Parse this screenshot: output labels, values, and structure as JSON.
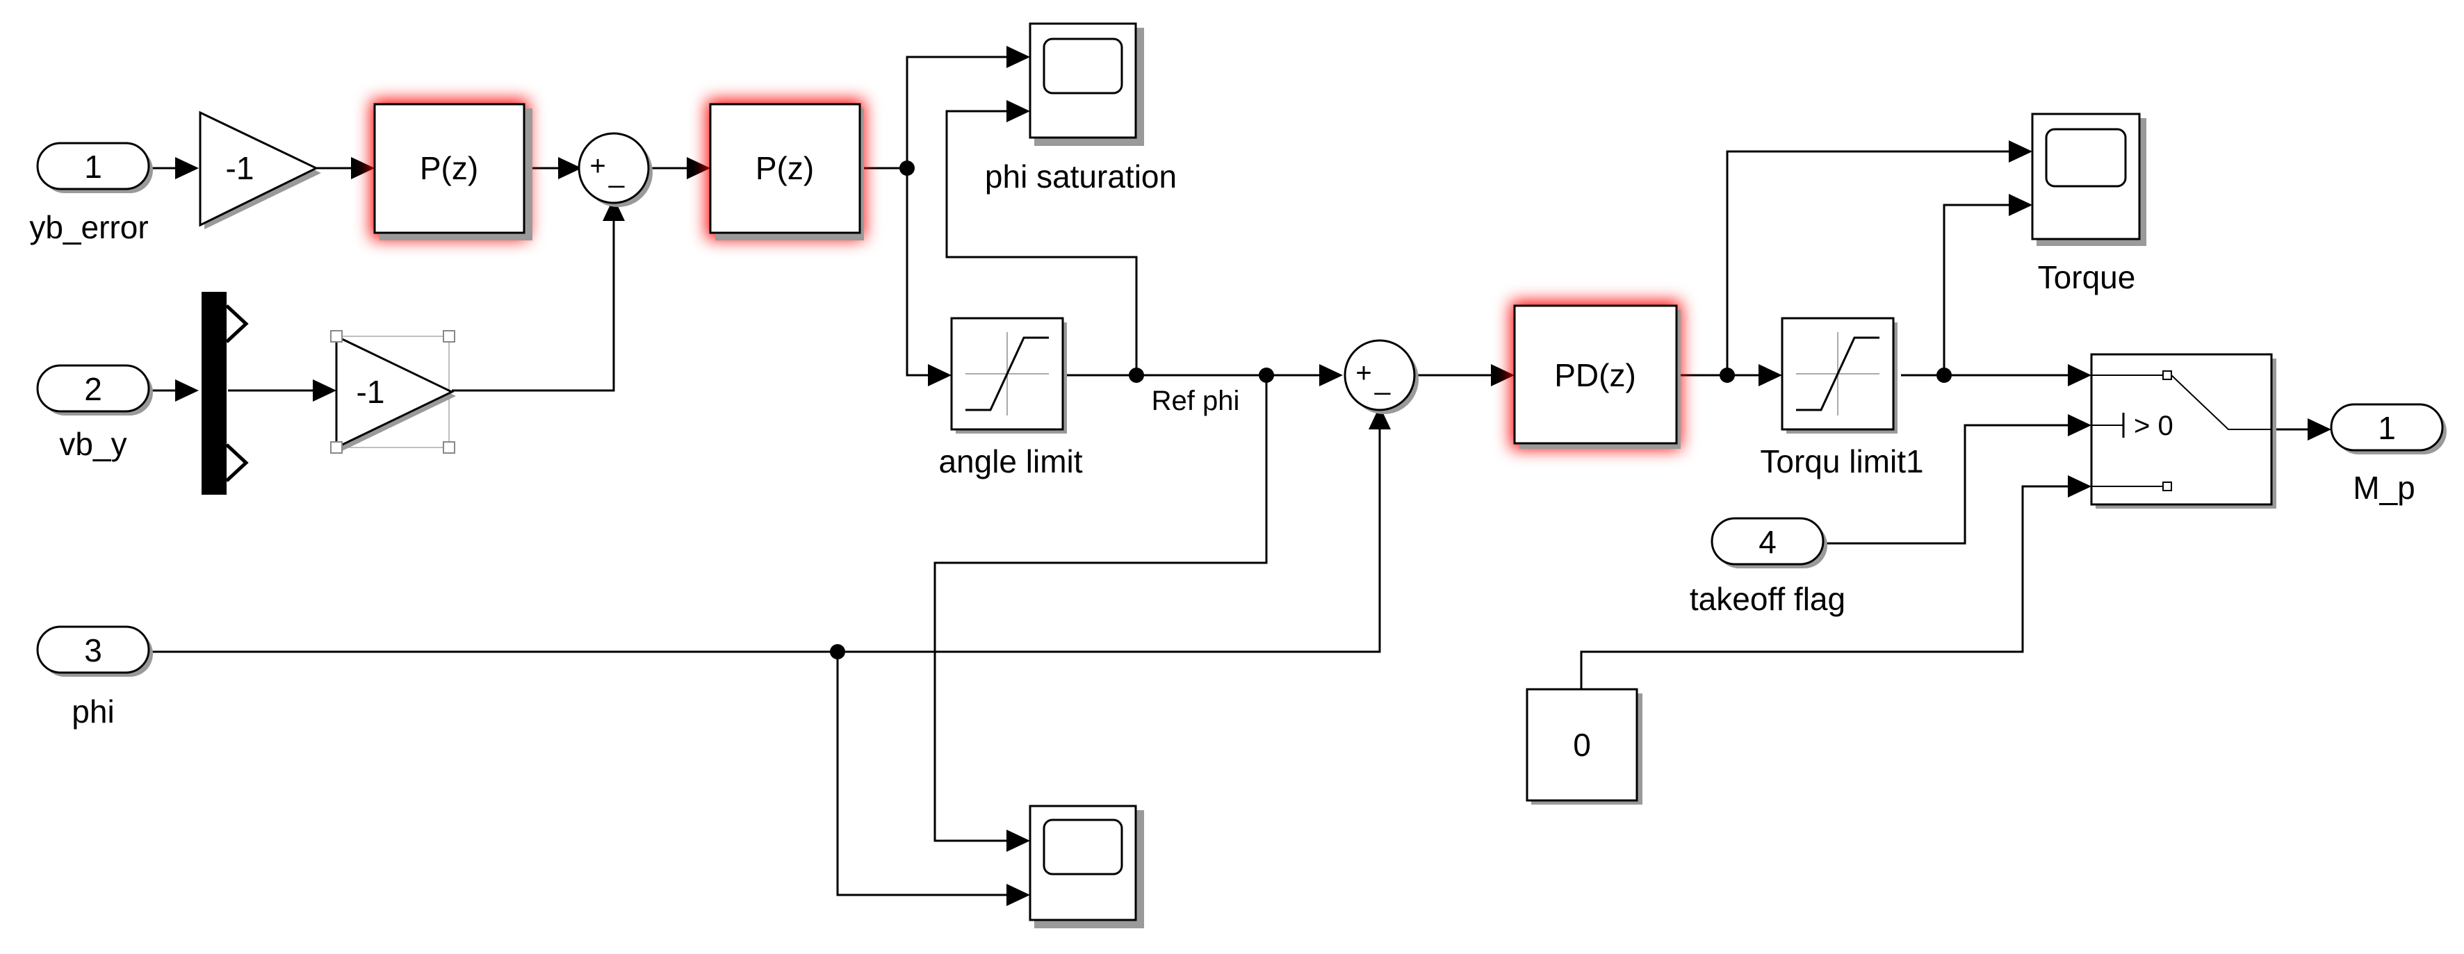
{
  "inports": [
    {
      "number": "1",
      "label": "yb_error"
    },
    {
      "number": "2",
      "label": "vb_y"
    },
    {
      "number": "3",
      "label": "phi"
    },
    {
      "number": "4",
      "label": "takeoff flag"
    }
  ],
  "outport": {
    "number": "1",
    "label": "M_p"
  },
  "gains": [
    {
      "value": "-1"
    },
    {
      "value": "-1"
    }
  ],
  "controllers": {
    "p1": "P(z)",
    "p2": "P(z)",
    "pd": "PD(z)"
  },
  "sums": {
    "sum1_plus": "+",
    "sum1_minus": "_",
    "sum2_plus": "+",
    "sum2_minus": "_"
  },
  "saturations": {
    "angle_limit": "angle limit",
    "torque_limit": "Torqu limit1"
  },
  "scopes": {
    "phi_saturation": "phi saturation",
    "torque": "Torque"
  },
  "signals": {
    "ref_phi": "Ref phi"
  },
  "switch_block": {
    "criteria": "> 0"
  },
  "constant": {
    "value": "0"
  }
}
